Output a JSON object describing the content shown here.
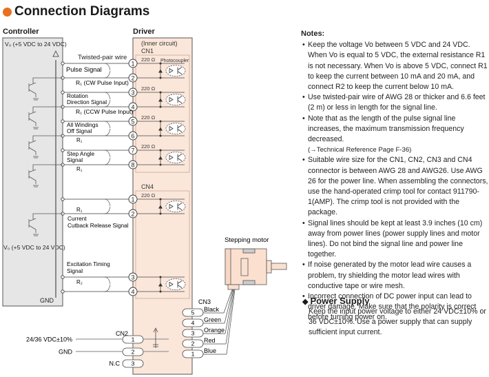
{
  "title": "Connection Diagrams",
  "accent_color": "#e8701e",
  "controller": {
    "label": "Controller",
    "vo_label": "V₀ (+5 VDC to 24 VDC)",
    "vo_label2": "V₀ (+5 VDC to 24 VDC)",
    "gnd": "GND"
  },
  "driver": {
    "label": "Driver",
    "inner": "(Inner circuit)",
    "cn1": "CN1",
    "cn4": "CN4",
    "cn2": "CN2",
    "cn3": "CN3",
    "photocoupler": "Photocoupler",
    "resistor": "220 Ω"
  },
  "wire": {
    "twisted": "Twisted-pair wire"
  },
  "signals": {
    "pulse": "Pulse Signal",
    "r1_cw": "R₁  (CW Pulse Input)",
    "rot1": "Rotation",
    "rot2": "Direction Signal",
    "r1_ccw": "R₁  (CCW Pulse Input)",
    "awo1": "All Windings",
    "awo2": "Off Signal",
    "r1": "R₁",
    "step1": "Step Angle",
    "step2": "Signal",
    "cur1": "Current",
    "cur2": "Cutback Release Signal",
    "exc1": "Excitation Timing",
    "exc2": "Signal",
    "r2": "R₂"
  },
  "pins_cn1": [
    "1",
    "2",
    "3",
    "4",
    "5",
    "6",
    "7",
    "8"
  ],
  "pins_cn4": [
    "1",
    "2",
    "3",
    "4"
  ],
  "cn2": {
    "pins": [
      "1",
      "2",
      "3"
    ],
    "labels": [
      "24/36 VDC±10%",
      "GND",
      "N.C"
    ]
  },
  "cn3": {
    "pins": [
      "5",
      "4",
      "3",
      "2",
      "1"
    ],
    "colors": [
      "Black",
      "Green",
      "Orange",
      "Red",
      "Blue"
    ]
  },
  "motor": {
    "label": "Stepping motor"
  },
  "notes": {
    "heading": "Notes:",
    "items": [
      "Keep the voltage Vo between 5 VDC and 24 VDC. When Vo is equal to 5 VDC, the external resistance R1 is not necessary. When Vo is above 5 VDC, connect R1 to keep the current between 10 mA and 20 mA, and connect R2 to keep the current below 10 mA.",
      "Use twisted-pair wire of AWG 28 or thicker and 6.6 feet (2 m) or less in length for the signal line.",
      "Note that as the length of the pulse signal line increases, the maximum transmission frequency decreased.",
      "Suitable wire size for the CN1, CN2, CN3 and CN4 connector is between AWG 28 and AWG26. Use AWG 26 for the power line. When assembling the connectors, use the hand-operated crimp tool for contact 911790-1(AMP). The crimp tool is not provided with the package.",
      "Signal lines should be kept at least 3.9 inches (10 cm) away from power lines (power supply lines and motor lines). Do not bind the signal line and power line together.",
      "If noise generated by the motor lead wire causes a problem, try shielding the motor lead wires with conductive tape or wire mesh.",
      "Incorrect connection of DC power input can lead to driver damage. Make sure that the polarity is correct before turning power on."
    ],
    "reference": "(→Technical Reference Page F-36)"
  },
  "power_supply": {
    "heading": "Power Supply",
    "body": "Keep the input power voltage to either 24 VDC±10% or 36 VDC±10%. Use a power supply that can supply sufficient input current."
  }
}
